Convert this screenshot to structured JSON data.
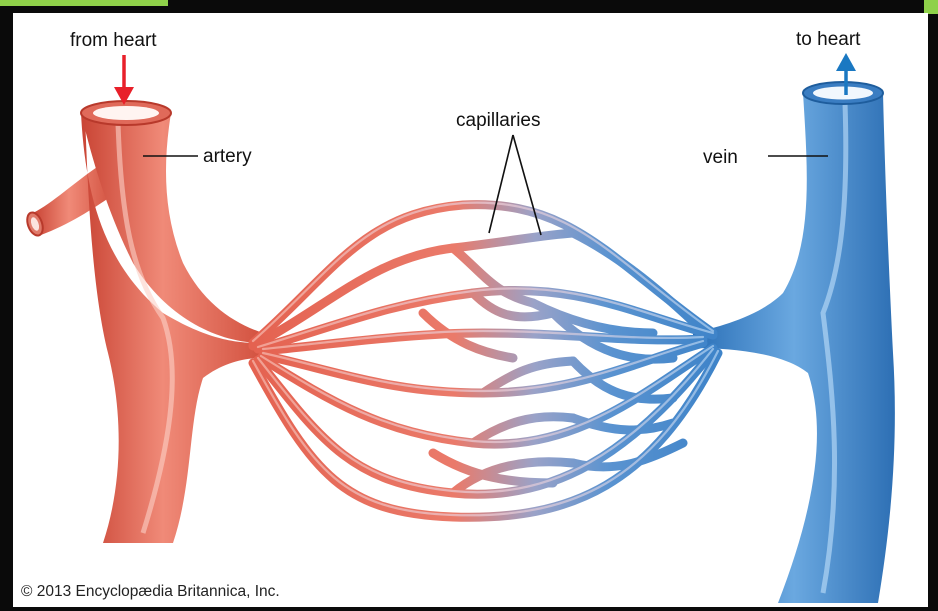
{
  "labels": {
    "from_heart": "from heart",
    "to_heart": "to heart",
    "artery": "artery",
    "capillaries": "capillaries",
    "vein": "vein"
  },
  "copyright": "© 2013 Encyclopædia Britannica, Inc.",
  "colors": {
    "artery": "#e0604f",
    "vein": "#3f86cc",
    "arrow_in": "#e8202a",
    "arrow_out": "#1a78c2",
    "accent_frame": "#8fd14a"
  }
}
